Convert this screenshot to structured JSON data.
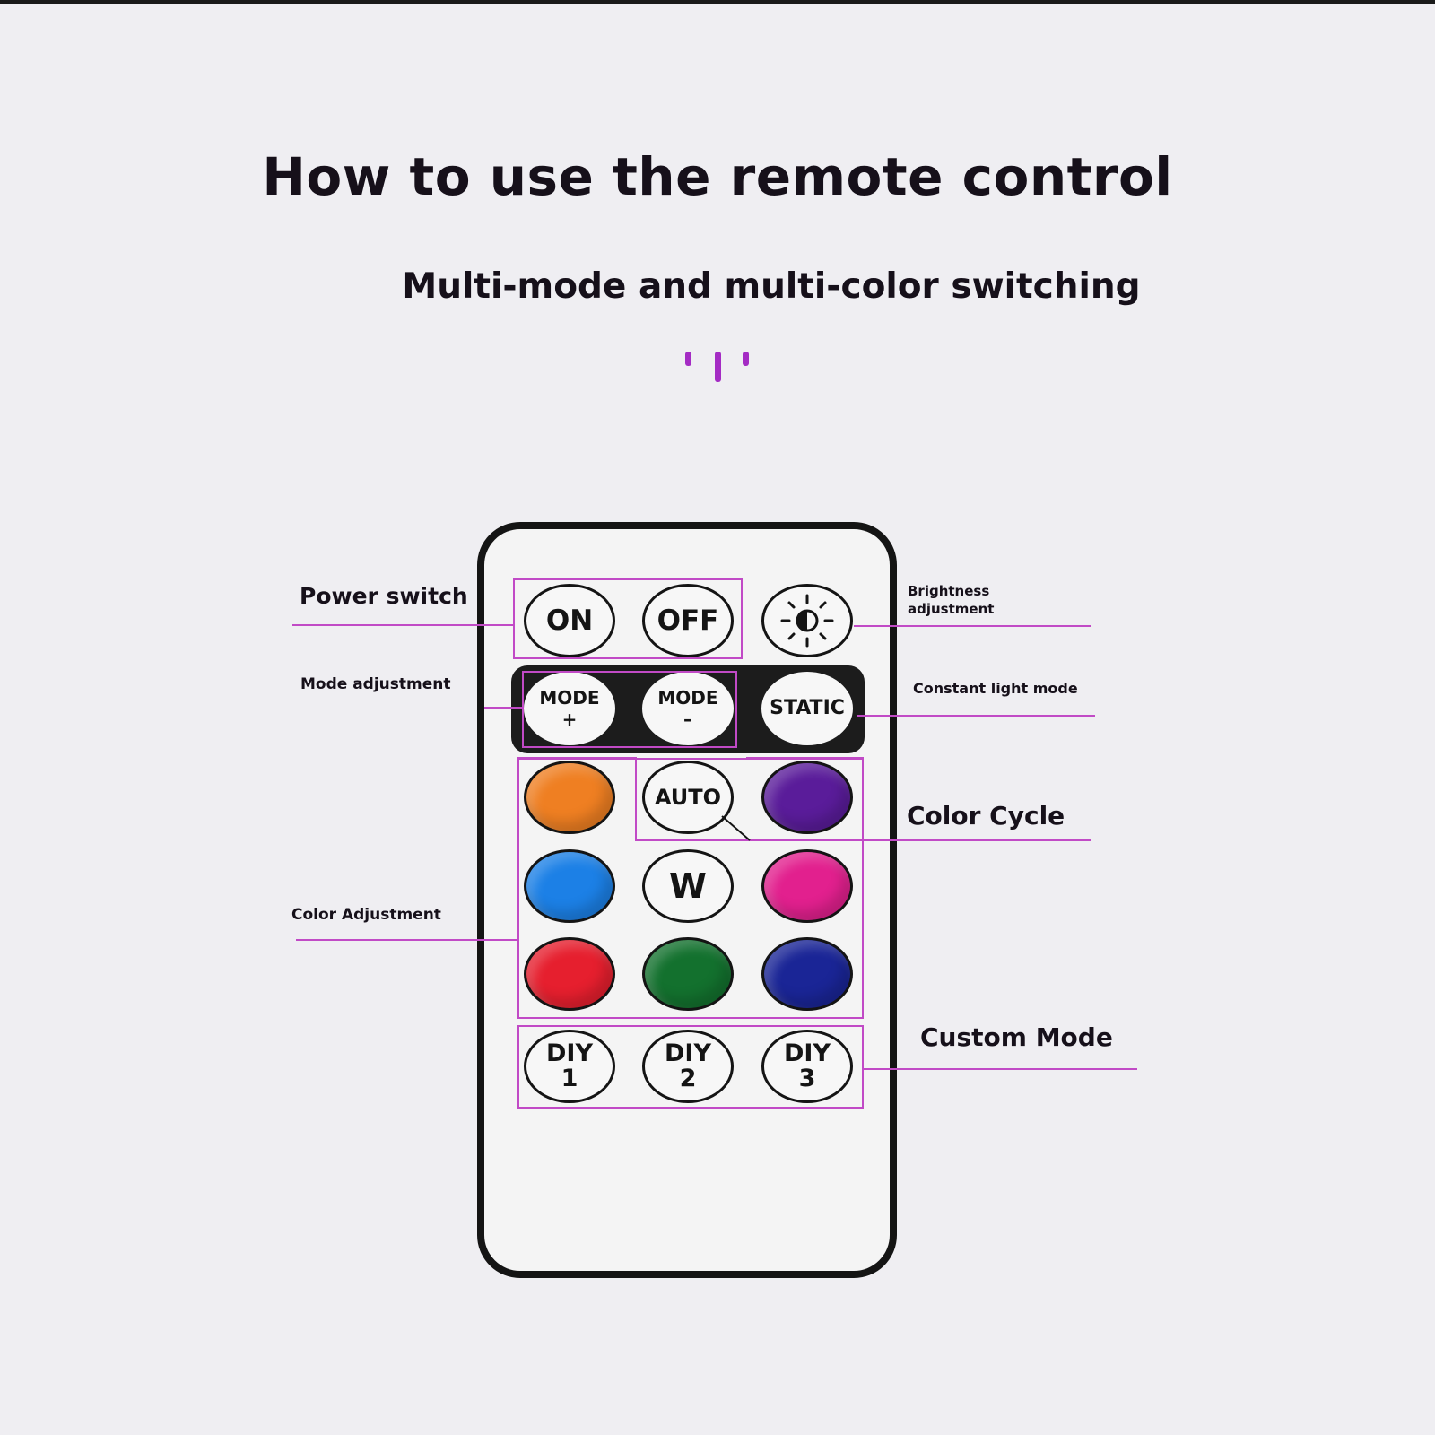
{
  "title": "How to use the remote control",
  "subtitle": "Multi-mode and multi-color switching",
  "callouts": {
    "power": "Power switch",
    "brightness_line1": "Brightness",
    "brightness_line2": "adjustment",
    "mode": "Mode adjustment",
    "constant": "Constant light mode",
    "color_cycle": "Color Cycle",
    "color_adjust": "Color Adjustment",
    "custom": "Custom Mode"
  },
  "buttons": {
    "on": "ON",
    "off": "OFF",
    "mode_plus_top": "MODE",
    "mode_plus_bottom": "+",
    "mode_minus_top": "MODE",
    "mode_minus_bottom": "–",
    "static": "STATIC",
    "auto": "AUTO",
    "white": "W",
    "diy1_top": "DIY",
    "diy1_bottom": "1",
    "diy2_top": "DIY",
    "diy2_bottom": "2",
    "diy3_top": "DIY",
    "diy3_bottom": "3"
  },
  "colors": {
    "accent": "#c14ac6",
    "signal": "#a42bc4",
    "orange": "#ef7f22",
    "purple": "#5a1c9a",
    "blue": "#1c80e6",
    "pink": "#e2208e",
    "red": "#e61f2e",
    "green": "#13712e",
    "navy": "#1a2596"
  },
  "icons": {
    "brightness": "sun-half-icon",
    "signal": "ir-signal-icon"
  }
}
